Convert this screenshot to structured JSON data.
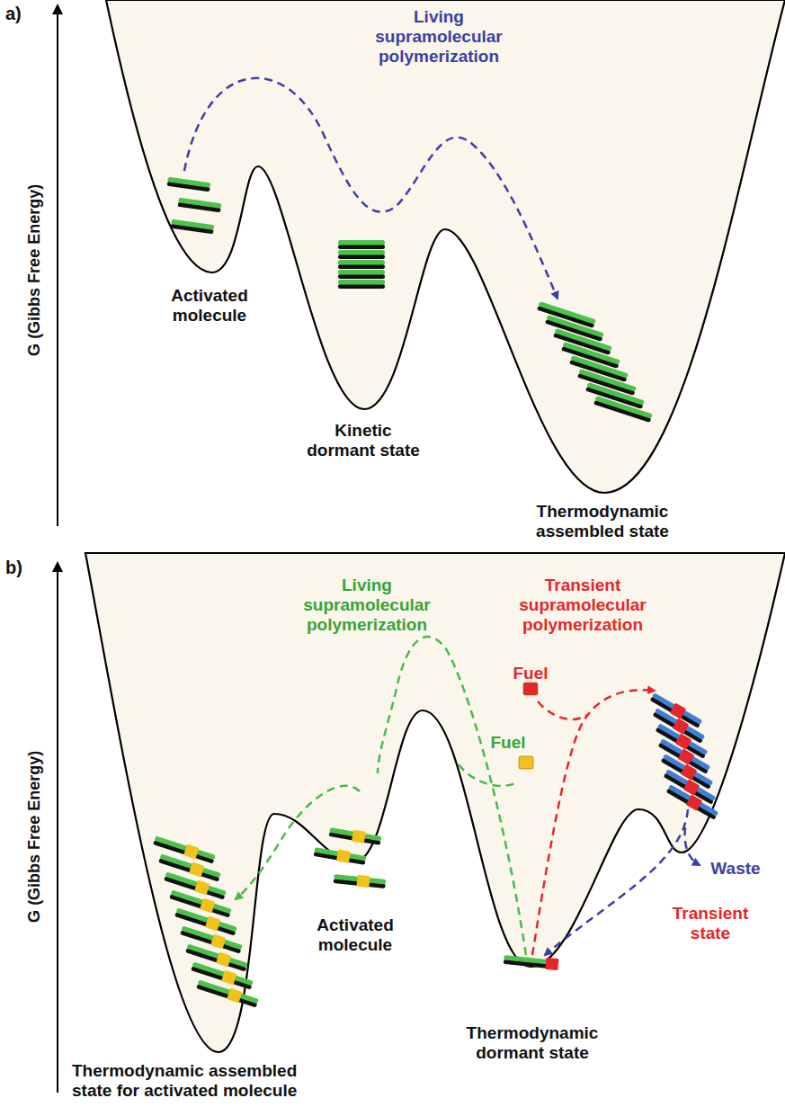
{
  "diagram": {
    "labels": [
      "a)",
      "Living supramolecular polymerization",
      "G (Gibbs Free Energy)",
      "Activated molecule",
      "Kinetic dormant state",
      "Thermodynamic assembled state",
      "b)",
      "G (Gibbs Free Energy)",
      "Living supramolecular polymerization",
      "Transient supramolecular polymerization",
      "Fuel",
      "Fuel",
      "Activated molecule",
      "Waste",
      "Transient state",
      "Thermodynamic assembled state for activated molecule",
      "Thermodynamic dormant state"
    ]
  }
}
